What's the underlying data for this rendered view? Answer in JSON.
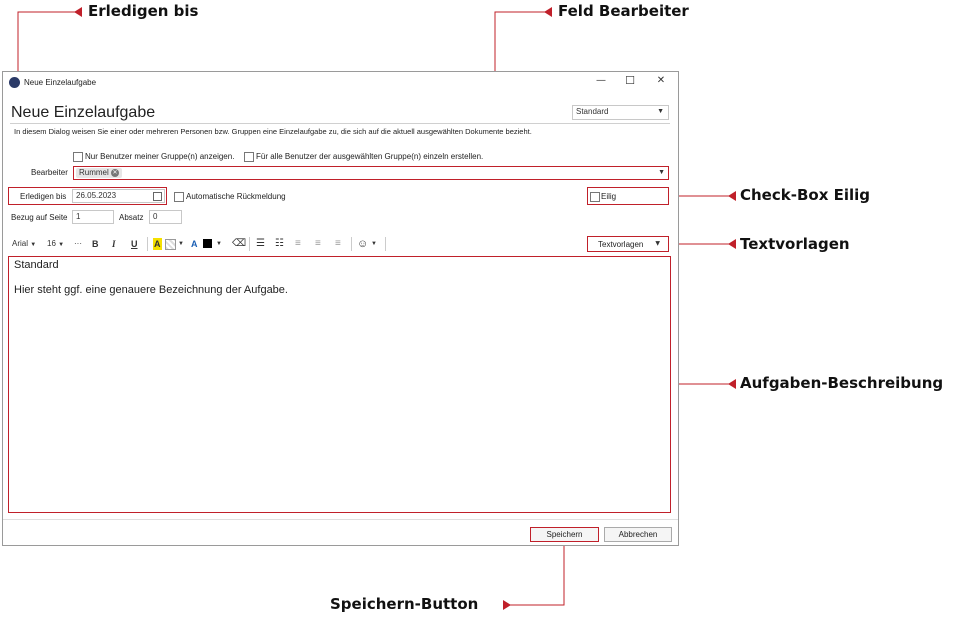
{
  "callouts": {
    "erledigen_bis": "Erledigen bis",
    "feld_bearbeiter": "Feld Bearbeiter",
    "checkbox_eilig": "Check-Box Eilig",
    "textvorlagen": "Textvorlagen",
    "aufgaben_beschreibung": "Aufgaben-Beschreibung",
    "speichern_button": "Speichern-Button"
  },
  "window": {
    "title": "Neue Einzelaufgabe",
    "controls": {
      "minimize": "—",
      "maximize": "☐",
      "close": "✕"
    }
  },
  "dialog": {
    "heading": "Neue Einzelaufgabe",
    "template_select": "Standard",
    "description": "In diesem Dialog weisen Sie einer oder mehreren Personen bzw. Gruppen eine Einzelaufgabe zu, die sich auf die aktuell ausgewählten Dokumente bezieht.",
    "checkbox_own_group": "Nur Benutzer meiner Gruppe(n) anzeigen.",
    "checkbox_all_users": "Für alle Benutzer der ausgewählten Gruppe(n) einzeln erstellen.",
    "bearbeiter_label": "Bearbeiter",
    "bearbeiter_tag": "Rummel",
    "erledigen_label": "Erledigen bis",
    "erledigen_value": "26.05.2023",
    "auto_rueckmeldung": "Automatische Rückmeldung",
    "eilig_label": "Eilig",
    "bezug_label": "Bezug auf Seite",
    "bezug_value": "1",
    "absatz_label": "Absatz",
    "absatz_value": "0"
  },
  "toolbar": {
    "font": "Arial",
    "size": "16",
    "more": "···",
    "bold": "B",
    "italic": "I",
    "underline": "U",
    "highlight": "A",
    "font_color": "A",
    "textvorlagen": "Textvorlagen"
  },
  "editor": {
    "line1": "Standard",
    "line2": "Hier steht ggf. eine genauere Bezeichnung der Aufgabe."
  },
  "footer": {
    "save": "Speichern",
    "cancel": "Abbrechen"
  },
  "colors": {
    "accent_red": "#c0202a",
    "highlight_yellow": "#f5e000"
  }
}
